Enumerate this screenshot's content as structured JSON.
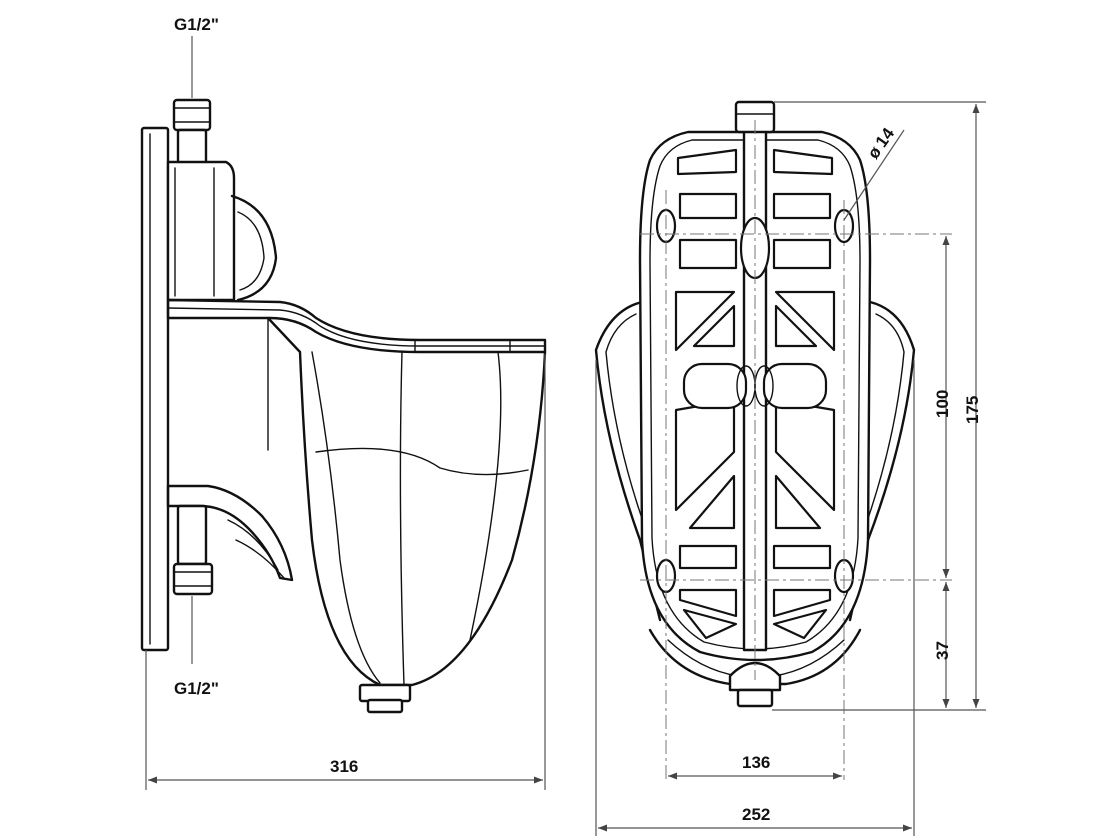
{
  "side_view": {
    "inlet_top_label": "G1/2\"",
    "inlet_bottom_label": "G1/2\"",
    "width_dim": "316"
  },
  "front_view": {
    "hole_diameter_prefix": "ø",
    "hole_diameter": "14",
    "hole_spacing_vertical": "100",
    "overall_height": "175",
    "lower_offset": "37",
    "hole_spacing_horizontal": "136",
    "overall_width": "252"
  }
}
